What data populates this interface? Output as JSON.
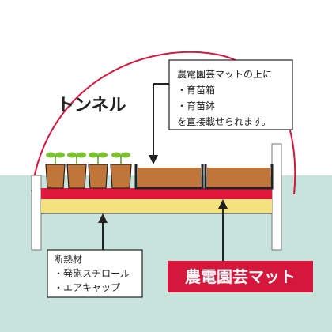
{
  "tunnel_label": "トンネル",
  "top_callout": {
    "line1": "農電園芸マットの上に",
    "line2": "・育苗箱",
    "line3": "・育苗鉢",
    "line4": "を直接載せられます。"
  },
  "insulation_callout": {
    "line1": "断熱材",
    "line2": "・発砲スチロール",
    "line3": "・エアキャップ"
  },
  "product_badge": "農電園芸マット",
  "colors": {
    "ground": "#c8e3dc",
    "tunnel_arc": "#d6173c",
    "mat_red": "#e0163a",
    "insulation_yellow": "#f3e27e",
    "soil": "#c0763a",
    "leaf": "#7cc22f",
    "badge_bg": "#d6173c"
  },
  "icons": [
    "seedling-pot-icon",
    "arrow-down-icon",
    "arrow-up-icon"
  ]
}
